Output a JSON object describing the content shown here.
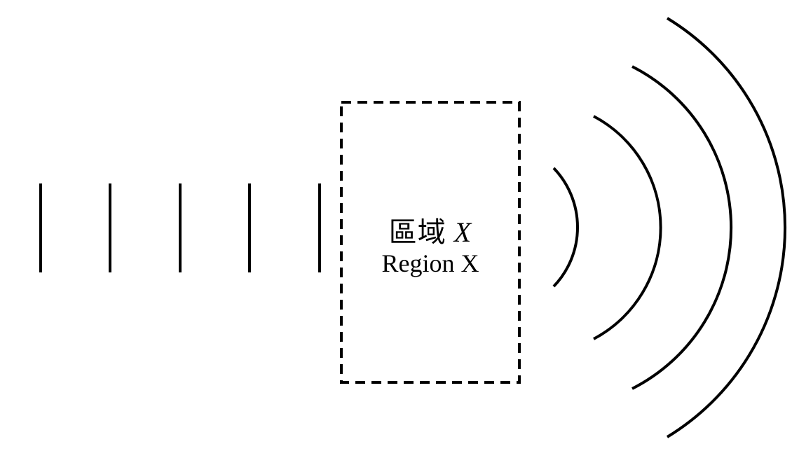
{
  "region": {
    "label_zh": "區域",
    "label_var": "X",
    "label_en": "Region X"
  },
  "colors": {
    "stroke": "#000000",
    "background": "#ffffff"
  },
  "plane_wavefront_count": 5,
  "circular_wavefront_count": 4
}
